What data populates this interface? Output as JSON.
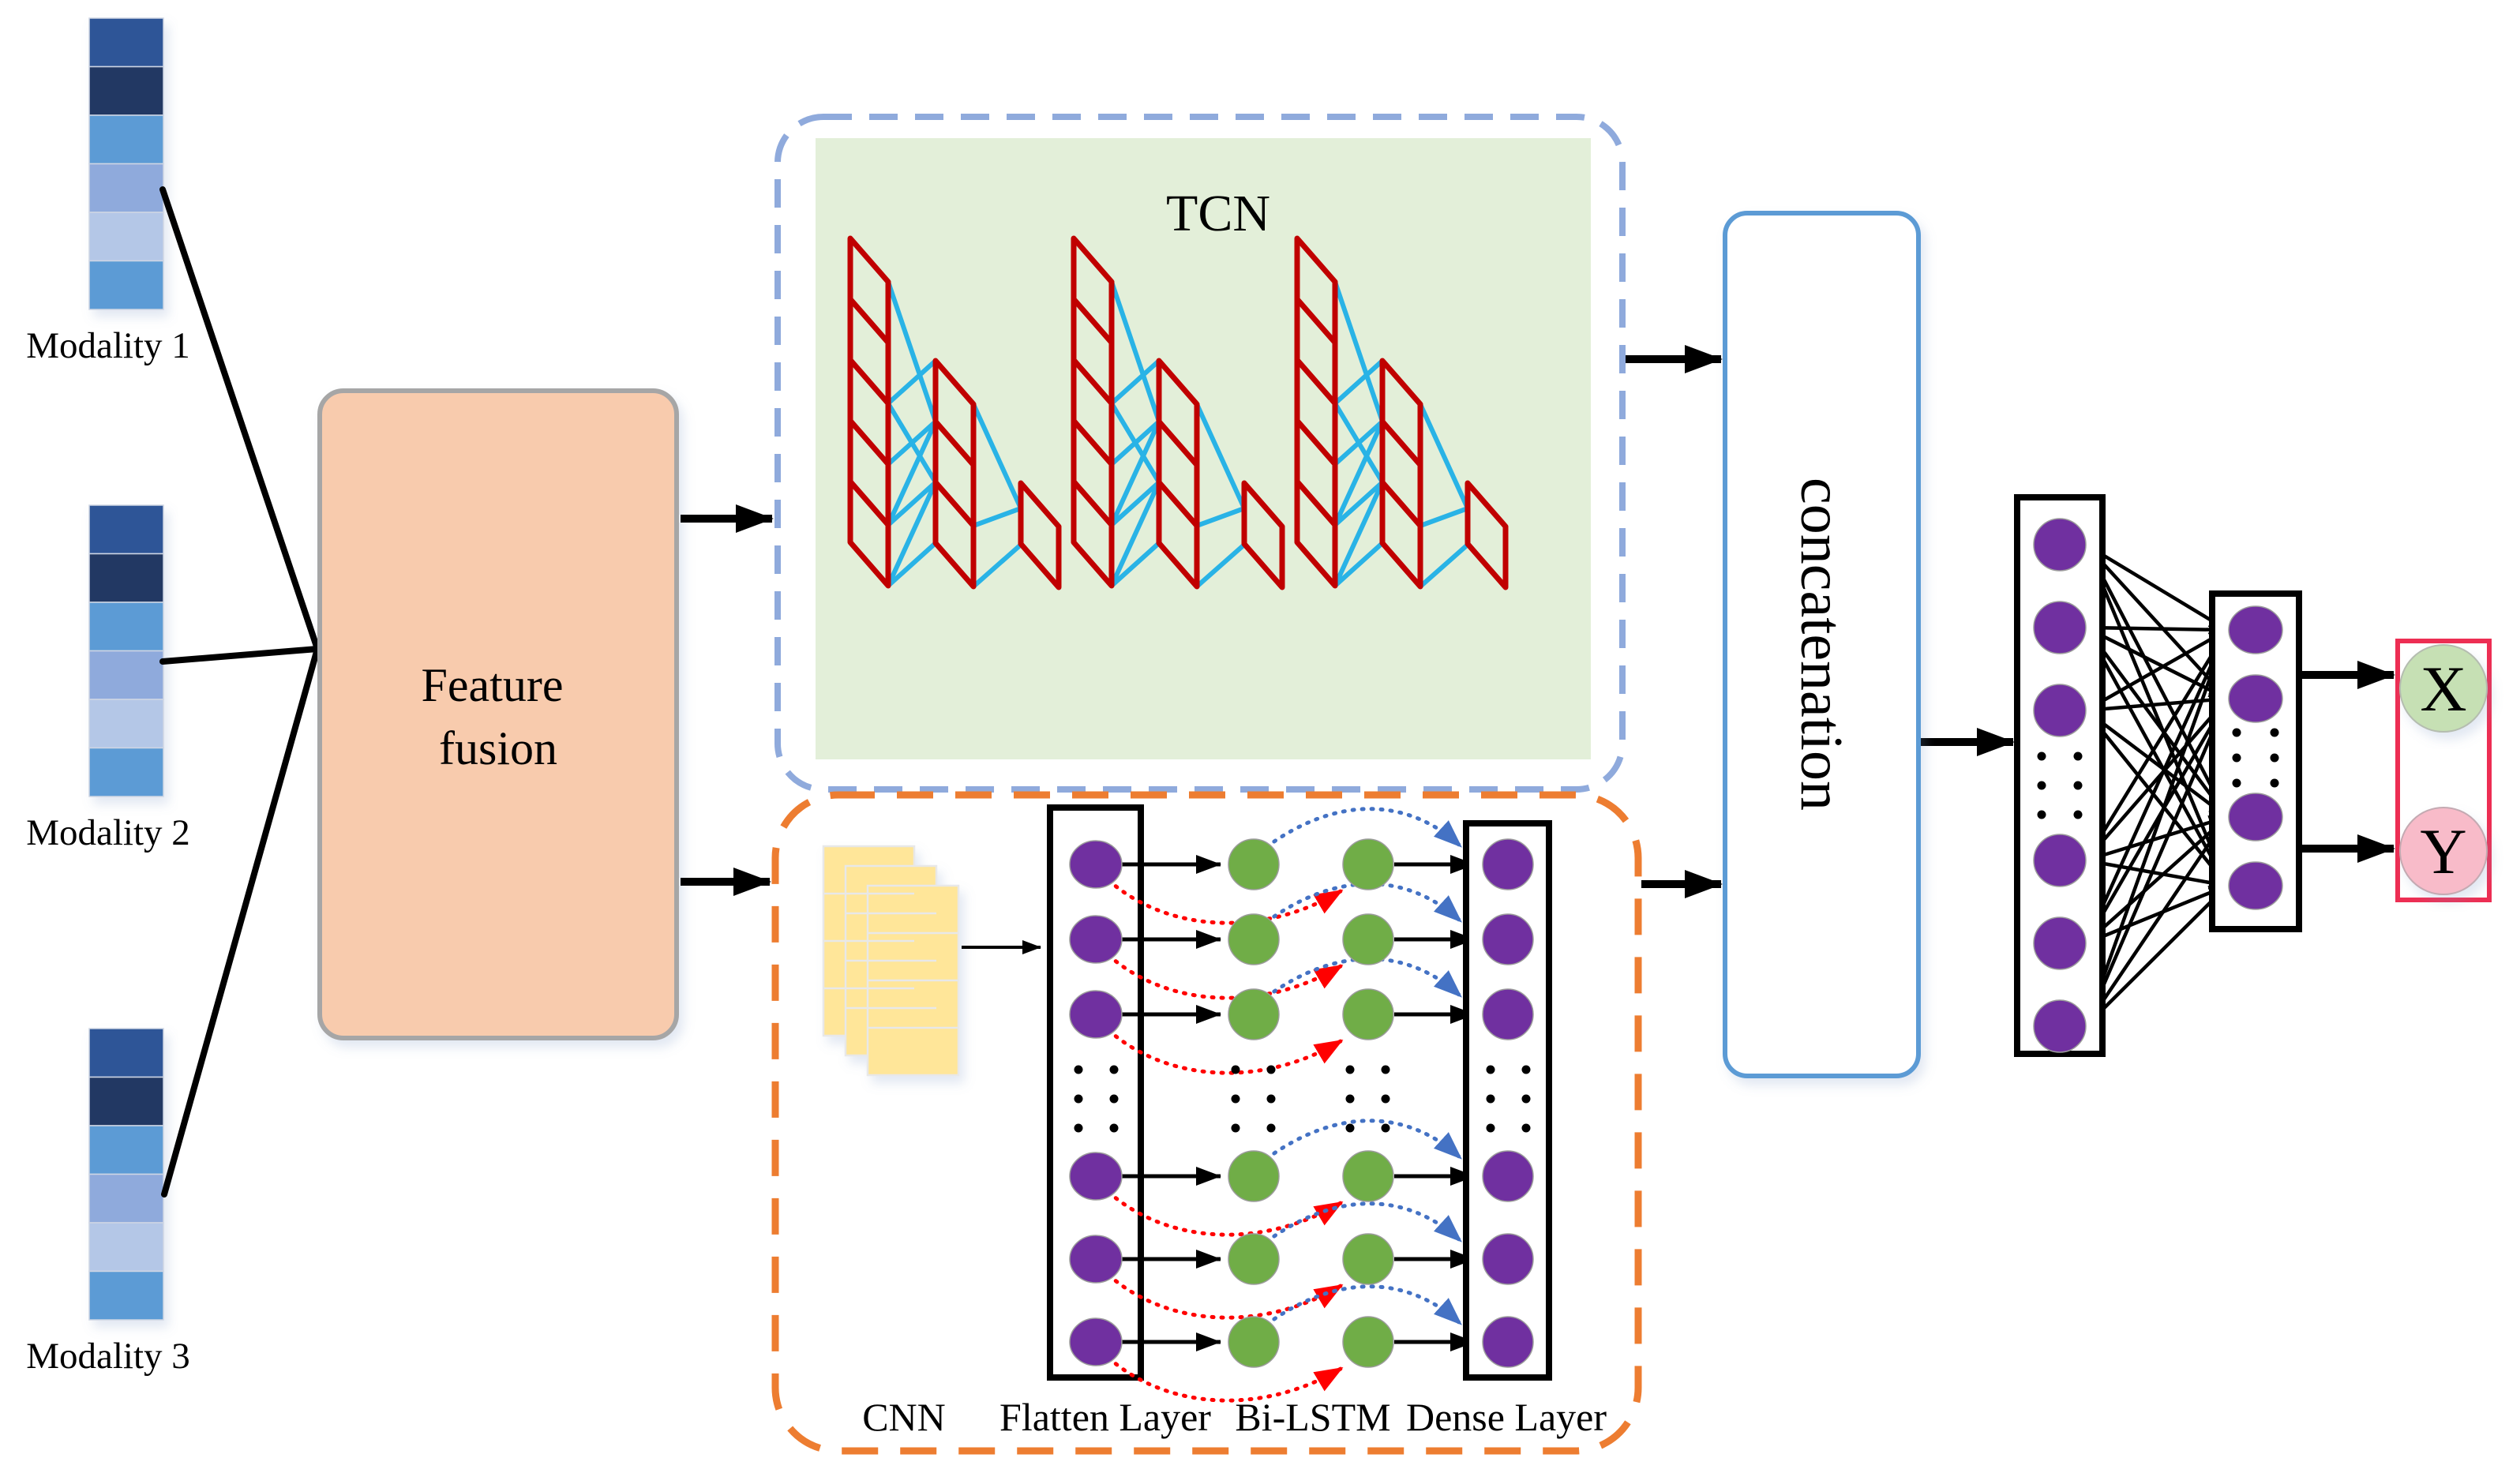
{
  "title": "Multimodal feature-fusion TCN / CNN-BiLSTM architecture diagram",
  "labels": {
    "modality1": "Modality 1",
    "modality2": "Modality 2",
    "modality3": "Modality 3",
    "fusion_line1": "Feature",
    "fusion_line2": "fusion",
    "tcn": "TCN",
    "concat": "concatenation",
    "cnn": "CNN",
    "flatten": "Flatten Layer",
    "bilstm": "Bi-LSTM",
    "dense": "Dense Layer",
    "out_x": "X",
    "out_y": "Y"
  },
  "colors": {
    "mod_cell_0": "#2E5597",
    "mod_cell_1": "#203864",
    "mod_cell_2": "#5B9BD5",
    "mod_cell_3": "#8FAADC",
    "mod_cell_4": "#B4C7E7",
    "mod_cell_5": "#5B9BD5",
    "fusion_fill": "#F8CBAD",
    "fusion_border": "#A6A6A6",
    "tcn_dash": "#8FAADC",
    "tcn_panel": "#E3EFD9",
    "ladder_red": "#C00000",
    "link_cyan": "#29B3E6",
    "orange_dash": "#ED7D31",
    "map_yellow": "#FFE699",
    "map_border": "#E8E8E8",
    "node_purple": "#7030A0",
    "node_green": "#70AD47",
    "node_border": "#9B9B9B",
    "red_link": "#FF0000",
    "blue_link": "#4472C4",
    "concat_border": "#5B9BD5",
    "out_border": "#ED2E53",
    "x_fill": "#C6E0B4",
    "y_fill": "#F8BBC9"
  },
  "structure": {
    "modalities": 3,
    "modality_cells": 6,
    "tcn_blocks": 3,
    "cnn_feature_maps": 3,
    "flatten_nodes_shown": 6,
    "bilstm_columns": 2,
    "dense_nodes_shown": 6,
    "fc_layer1_nodes_shown": 6,
    "fc_layer2_nodes_shown": 4,
    "outputs": [
      "X",
      "Y"
    ]
  }
}
